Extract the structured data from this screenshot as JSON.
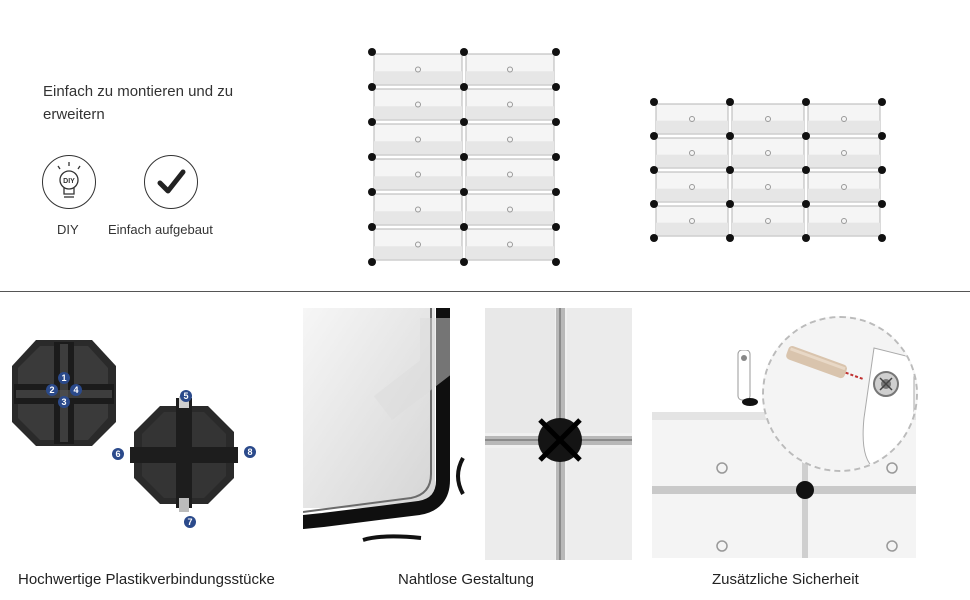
{
  "top": {
    "headline": "Einfach zu montieren und zu erweitern",
    "features": [
      {
        "label": "DIY",
        "icon": "diy-bulb-icon",
        "badge_text": "DIY"
      },
      {
        "label": "Einfach aufgebaut",
        "icon": "checkmark-icon"
      }
    ]
  },
  "connectors": {
    "numbers": [
      "1",
      "2",
      "3",
      "4",
      "5",
      "6",
      "7",
      "8"
    ],
    "accent": "#2b4a8b"
  },
  "captions": [
    "Hochwertige Plastikverbindungsstücke",
    "Nahtlose Gestaltung",
    "Zusätzliche Sicherheit"
  ]
}
